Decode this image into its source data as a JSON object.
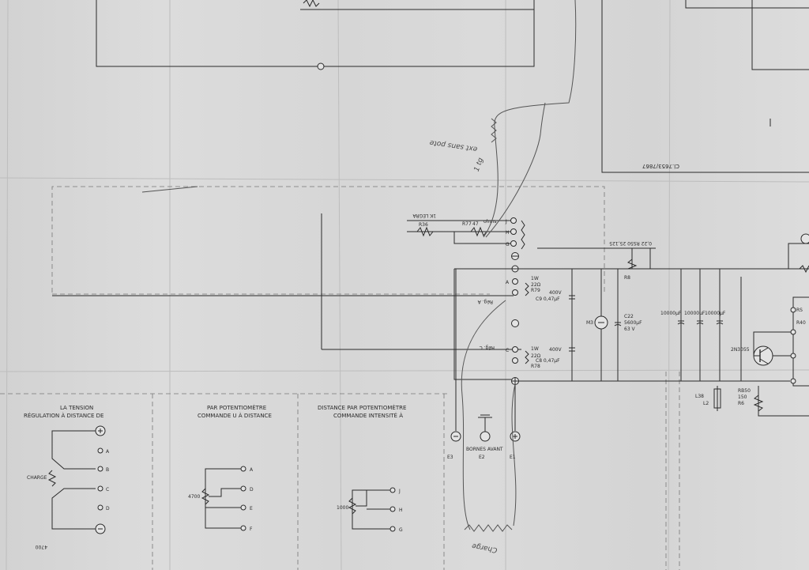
{
  "labels": {
    "ref_number": "Cl.7653/7867",
    "rk_legra": "1K LEGRA",
    "r36": "R36",
    "r77": "R77",
    "r77_val": "47",
    "ohms": "ohms",
    "r_0_22": "0,22 RS50 25,125",
    "r8": "R8",
    "reg_a": "Rég. A",
    "reg_c": "Rég. C",
    "r79": "R79",
    "r79_val": "22Ω",
    "r79_w": "1W",
    "r78": "R78",
    "r78_val": "22Ω",
    "r78_w": "1W",
    "c9": "C9 0,47µF",
    "c9_v": "400V",
    "c8": "C8 0,47µF",
    "c8_v": "400V",
    "m3": "M3",
    "c22": "C22",
    "c22_val": "5600µF",
    "c22_v": "63 V",
    "c4_val": "10000µF",
    "c5_val": "10000µF",
    "c6_val": "10000µF",
    "t_2n": "2N3055",
    "l2": "L2",
    "l38": "L38",
    "r6": "R6",
    "r_150": "150",
    "rb_val": "RB50",
    "term_j": "J",
    "term_h": "H",
    "term_g": "G",
    "term_a": "A",
    "term_b": "B",
    "term_c": "C",
    "term_d": "D",
    "term_e": "E",
    "term_f": "F",
    "bornes_avant": "BORNES AVANT",
    "e1": "E1",
    "e2": "E2",
    "e3": "E3",
    "pot_4700a": "4700",
    "pot_4700b": "4700",
    "pot_1000": "1000",
    "charge_label": "CHARGE",
    "rs_label": "RS",
    "r40_label": "R40"
  },
  "panels": [
    {
      "title_line1": "RÉGULATION À DISTANCE DE",
      "title_line2": "LA TENSION"
    },
    {
      "title_line1": "COMMANDE U À DISTANCE",
      "title_line2": "PAR POTENTIOMÈTRE"
    },
    {
      "title_line1": "COMMANDE INTENSITÉ À",
      "title_line2": "DISTANCE PAR POTENTIOMÈTRE"
    }
  ],
  "handwriting": {
    "note_a": "ext sans pote",
    "note_b": "1 tg",
    "charge": "Charge"
  }
}
